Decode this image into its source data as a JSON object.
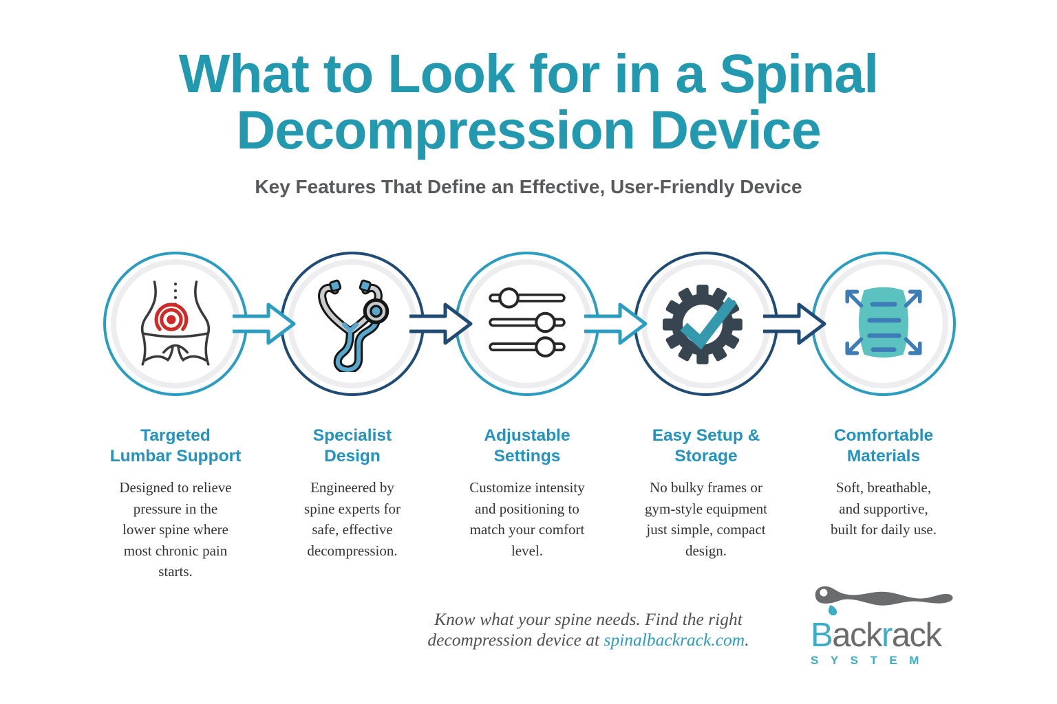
{
  "header": {
    "title_line1": "What to Look for in a Spinal",
    "title_line2": "Decompression Device",
    "subtitle": "Key Features That Define an Effective, User-Friendly Device"
  },
  "features": [
    {
      "title": "Targeted\nLumbar Support",
      "description": "Designed to relieve\npressure in the\nlower spine where\nmost chronic pain\nstarts.",
      "icon": "lumbar-target-icon",
      "circle_color": "#2B9DC0"
    },
    {
      "title": "Specialist\nDesign",
      "description": "Engineered by\nspine experts for\nsafe, effective\ndecompression.",
      "icon": "stethoscope-icon",
      "circle_color": "#1F4B74"
    },
    {
      "title": "Adjustable\nSettings",
      "description": "Customize intensity\nand positioning to\nmatch your comfort\nlevel.",
      "icon": "sliders-icon",
      "circle_color": "#2B9DC0"
    },
    {
      "title": "Easy Setup &\nStorage",
      "description": "No bulky frames or\ngym-style equipment\njust simple, compact\ndesign.",
      "icon": "gear-check-icon",
      "circle_color": "#1F4B74"
    },
    {
      "title": "Comfortable\nMaterials",
      "description": "Soft, breathable,\nand supportive,\nbuilt for daily use.",
      "icon": "expand-cushion-icon",
      "circle_color": "#2B9DC0"
    }
  ],
  "footer": {
    "tagline_line1": "Know what your spine needs. Find the right",
    "tagline_line2_prefix": "decompression device at ",
    "tagline_link": "spinalbackrack.com",
    "tagline_period": ".",
    "logo": {
      "brand_b": "B",
      "brand_ack1": "ack",
      "brand_r": "r",
      "brand_ack2": "ack",
      "brand_subtitle": "SYSTEM"
    }
  },
  "colors": {
    "title_teal": "#2299AE",
    "heading_teal": "#2193BE",
    "circle_teal": "#2B9DC0",
    "circle_navy": "#1F4B74",
    "ring_gray": "#EDEDEF",
    "subtitle_gray": "#58595B",
    "body_text": "#333333",
    "target_red": "#CF2A26",
    "gear_slate": "#36454F",
    "check_teal": "#3599AE",
    "cushion_teal": "#5BC2C0",
    "icon_blue": "#3E7CB8",
    "stetho_blue": "#58A7CC",
    "logo_gray": "#6A6B6D",
    "logo_teal": "#3BAEC6"
  }
}
